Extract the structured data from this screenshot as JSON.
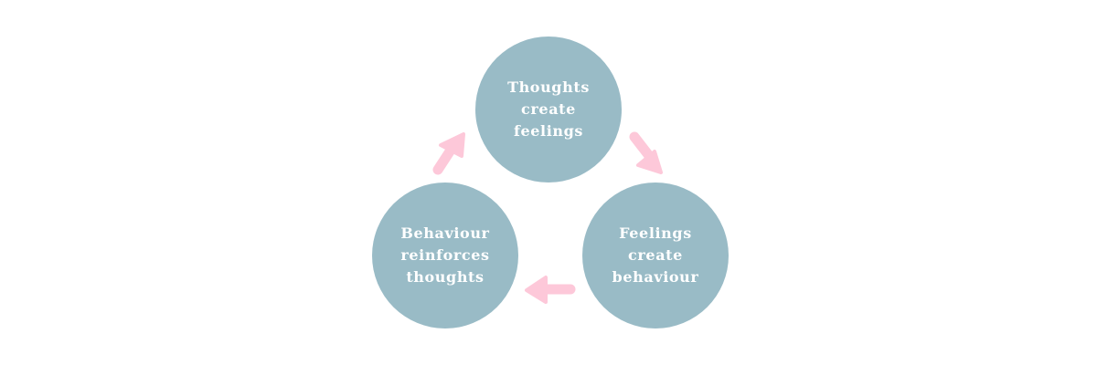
{
  "colors": {
    "circle": "#99BBC6",
    "arrow": "#FDC8D9",
    "text": "#FFFFFF",
    "background": "#FFFFFF"
  },
  "nodes": {
    "top": {
      "lines": [
        "Thoughts",
        "create",
        "feelings"
      ]
    },
    "right": {
      "lines": [
        "Feelings",
        "create",
        "behaviour"
      ]
    },
    "left": {
      "lines": [
        "Behaviour",
        "reinforces",
        "thoughts"
      ]
    }
  },
  "arrows": [
    {
      "from": "top",
      "to": "right"
    },
    {
      "from": "right",
      "to": "left"
    },
    {
      "from": "left",
      "to": "top"
    }
  ]
}
